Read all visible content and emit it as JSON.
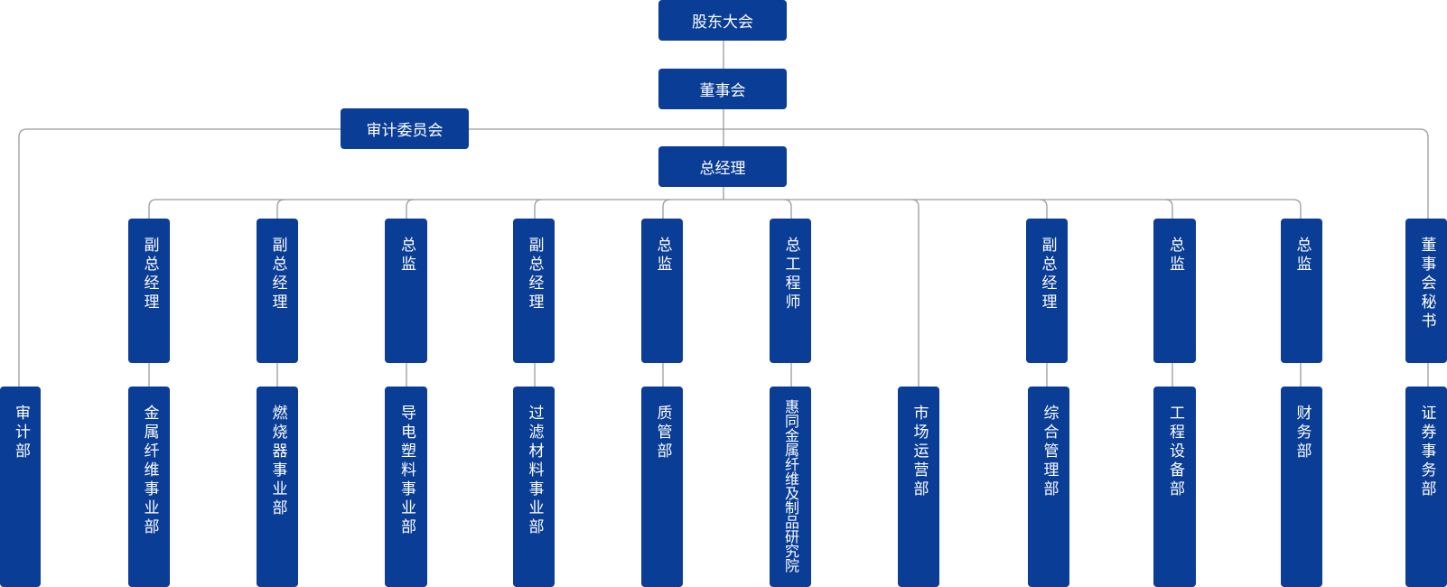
{
  "top": {
    "shareholders": "股东大会",
    "board": "董事会",
    "audit_committee": "审计委员会",
    "gm": "总经理"
  },
  "managers": [
    "副总经理",
    "副总经理",
    "总监",
    "副总经理",
    "总监",
    "总工程师",
    "副总经理",
    "总监",
    "总监",
    "董事会秘书"
  ],
  "departments": [
    "审计部",
    "金属纤维事业部",
    "燃烧器事业部",
    "导电塑料事业部",
    "过滤材料事业部",
    "质管部",
    "惠同金属纤维及制品研究院",
    "市场运营部",
    "综合管理部",
    "工程设备部",
    "财务部",
    "证券事务部"
  ],
  "colors": {
    "box": "#0a3d96",
    "line": "#9a9a9a"
  }
}
